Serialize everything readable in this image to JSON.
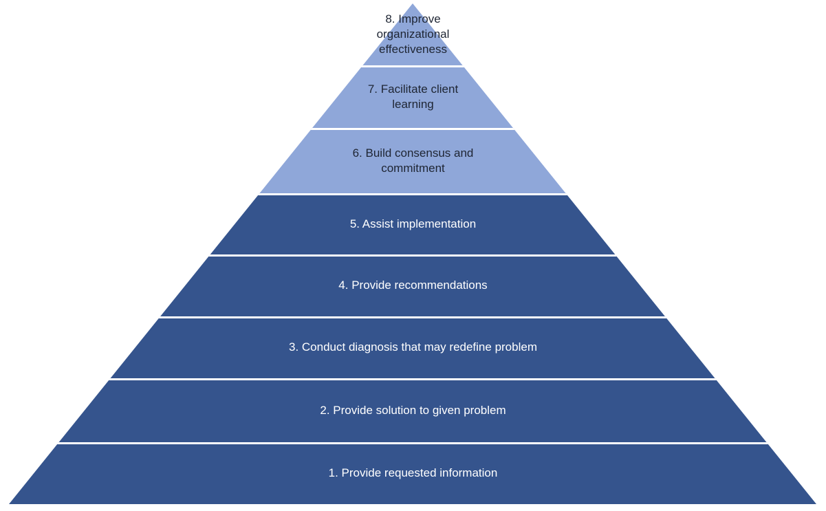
{
  "diagram": {
    "type": "pyramid",
    "separator_color": "#FFFFFF",
    "colors": {
      "light_blue": "#8FA7D9",
      "dark_blue": "#35548D",
      "dark_text": "#1E2533",
      "light_text": "#FFFFFF"
    },
    "levels_top_to_bottom": [
      {
        "rank": 8,
        "label": "8. Improve organizational effectiveness",
        "fill": "#8FA7D9",
        "text_color": "#1E2533"
      },
      {
        "rank": 7,
        "label": "7. Facilitate client learning",
        "fill": "#8FA7D9",
        "text_color": "#1E2533"
      },
      {
        "rank": 6,
        "label": "6. Build consensus and commitment",
        "fill": "#8FA7D9",
        "text_color": "#1E2533"
      },
      {
        "rank": 5,
        "label": "5. Assist implementation",
        "fill": "#35548D",
        "text_color": "#FFFFFF"
      },
      {
        "rank": 4,
        "label": "4. Provide recommendations",
        "fill": "#35548D",
        "text_color": "#FFFFFF"
      },
      {
        "rank": 3,
        "label": "3. Conduct diagnosis that may redefine problem",
        "fill": "#35548D",
        "text_color": "#FFFFFF"
      },
      {
        "rank": 2,
        "label": "2. Provide solution to given problem",
        "fill": "#35548D",
        "text_color": "#FFFFFF"
      },
      {
        "rank": 1,
        "label": "1. Provide requested information",
        "fill": "#35548D",
        "text_color": "#FFFFFF"
      }
    ]
  }
}
